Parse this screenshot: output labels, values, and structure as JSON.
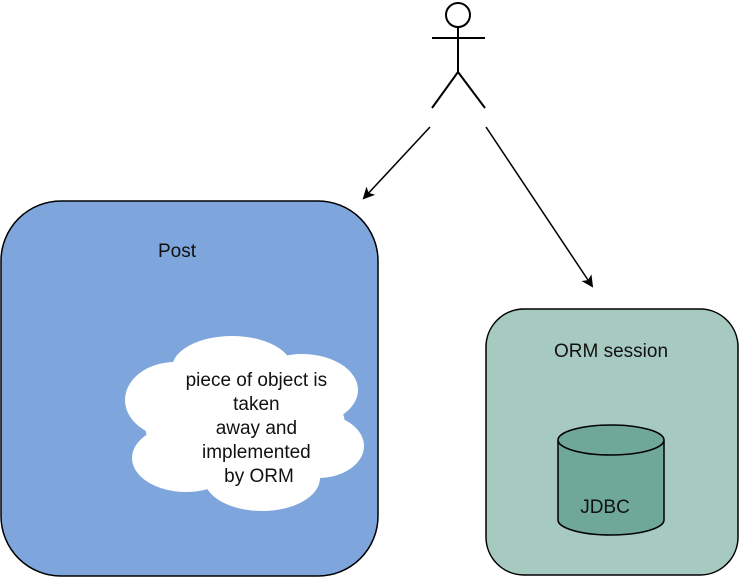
{
  "diagram": {
    "actor": {
      "icon": "stick-figure-icon"
    },
    "post_box": {
      "label": "Post",
      "fill": "#7ea6dc"
    },
    "cloud": {
      "lines": [
        "piece of object is",
        "taken",
        "away and",
        "implemented",
        "by ORM"
      ],
      "fill": "#ffffff"
    },
    "orm_box": {
      "label": "ORM session",
      "fill": "#a6c9c0"
    },
    "database": {
      "label": "JDBC",
      "icon": "database-cylinder-icon",
      "fill": "#6fa898"
    },
    "edges": [
      {
        "from": "actor",
        "to": "post_box"
      },
      {
        "from": "actor",
        "to": "orm_box"
      }
    ]
  }
}
